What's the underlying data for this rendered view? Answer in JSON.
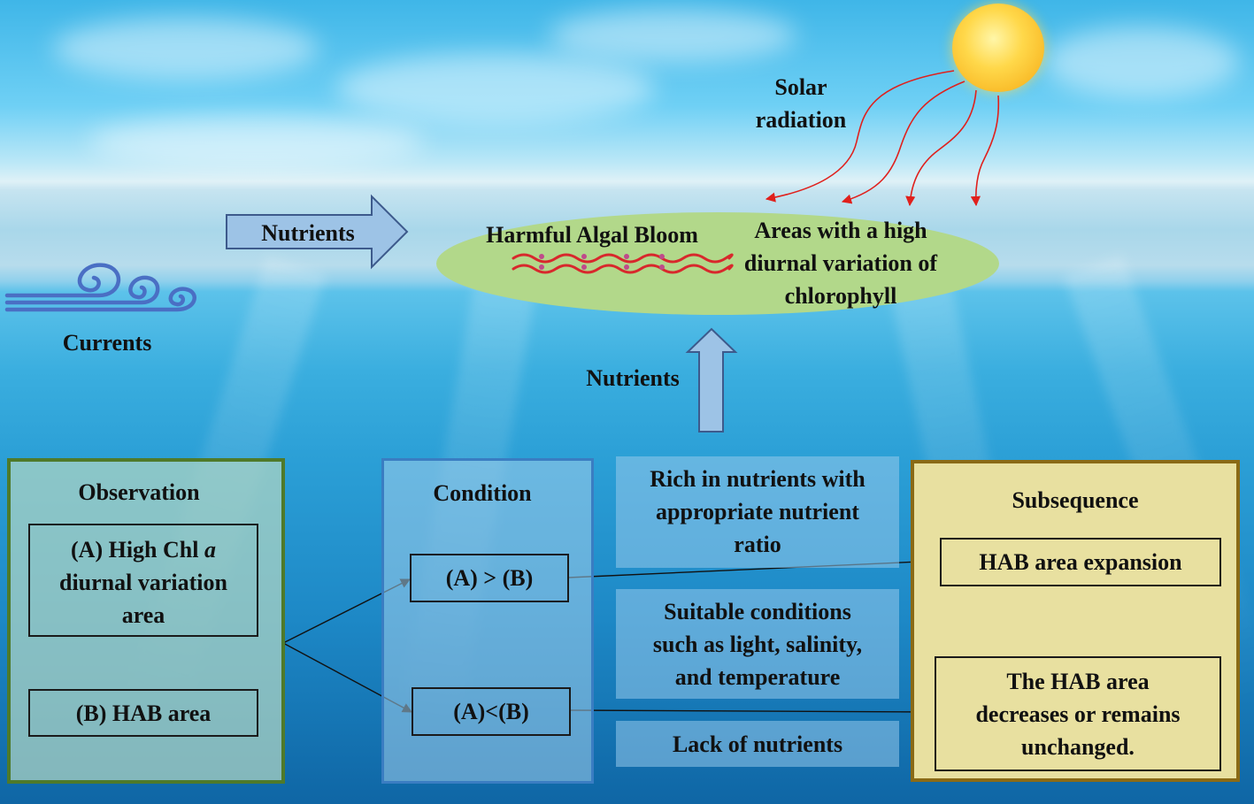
{
  "labels": {
    "solar": [
      "Solar",
      "radiation"
    ],
    "nutrients_horizontal": "Nutrients",
    "nutrients_vertical": "Nutrients",
    "hab": "Harmful Algal Bloom",
    "high_area": [
      "Areas with a high",
      "diurnal variation of",
      "chlorophyll"
    ],
    "currents": "Currents"
  },
  "observation": {
    "title": "Observation",
    "box_a": [
      "(A) High Chl ",
      "a",
      "diurnal variation",
      "area"
    ],
    "box_b": "(B) HAB area"
  },
  "condition": {
    "title": "Condition",
    "greater": "(A) > (B)",
    "less": "(A)<(B)"
  },
  "factors": {
    "rich": [
      "Rich in nutrients with",
      "appropriate nutrient",
      "ratio"
    ],
    "suitable": [
      "Suitable conditions",
      "such as light, salinity,",
      "and temperature"
    ],
    "lack": "Lack of nutrients"
  },
  "subsequence": {
    "title": "Subsequence",
    "expansion": "HAB area expansion",
    "decrease": [
      "The HAB area",
      "decreases or remains",
      "unchanged."
    ]
  },
  "colors": {
    "observation_border": "#4f7a2a",
    "condition_border": "#3a7dc2",
    "subsequence_border": "#8a6a16",
    "subsequence_fill": "#e8e0a0",
    "bloom_ellipse": "#b2d88a",
    "radiation_arrow": "#e0201c",
    "bloom_wave": "#d8282c",
    "current_swirl": "#4a6fc4",
    "nutrient_arrow": "#9dc3e6"
  }
}
